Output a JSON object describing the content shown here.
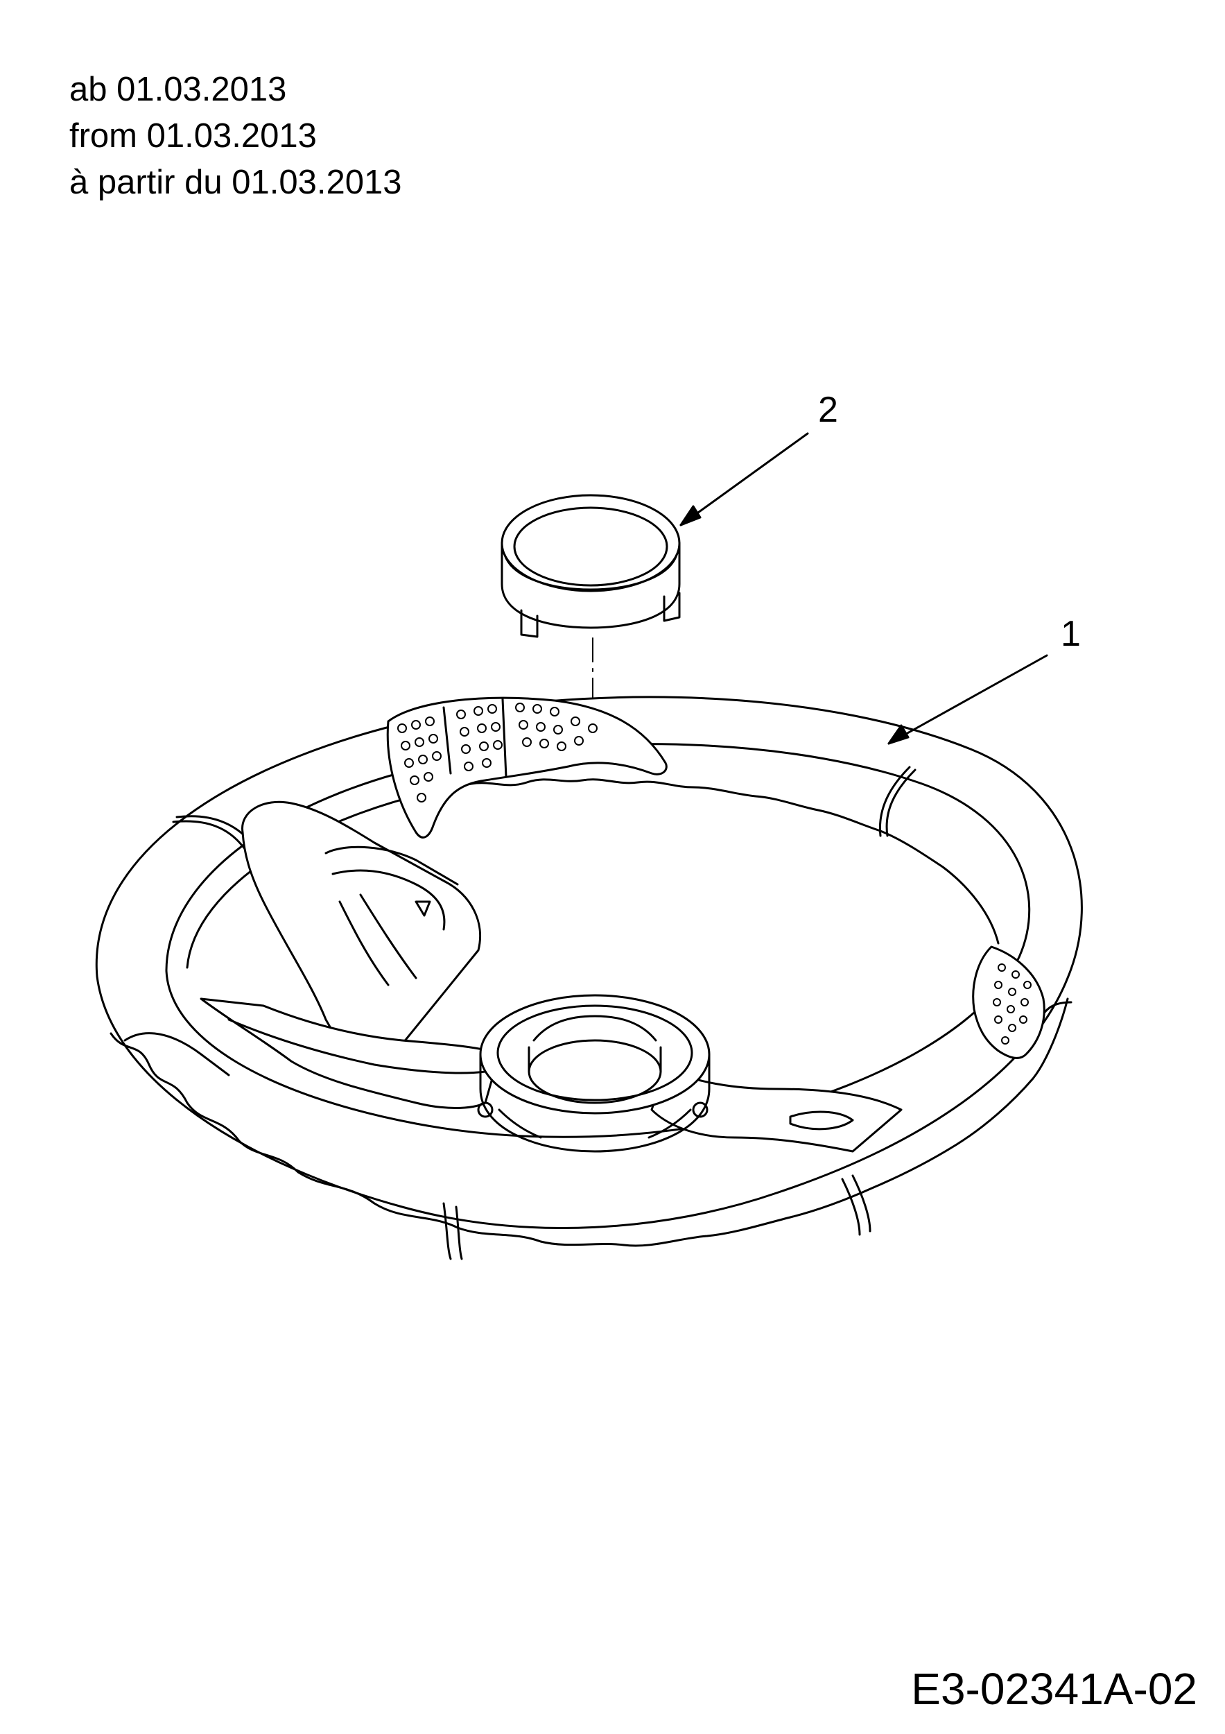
{
  "validity_lines": [
    "ab 01.03.2013",
    "from 01.03.2013",
    "à partir du 01.03.2013"
  ],
  "callouts": {
    "part_1": "1",
    "part_2": "2"
  },
  "drawing_number": "E3-02341A-02",
  "colors": {
    "line": "#000000",
    "background": "#ffffff"
  }
}
